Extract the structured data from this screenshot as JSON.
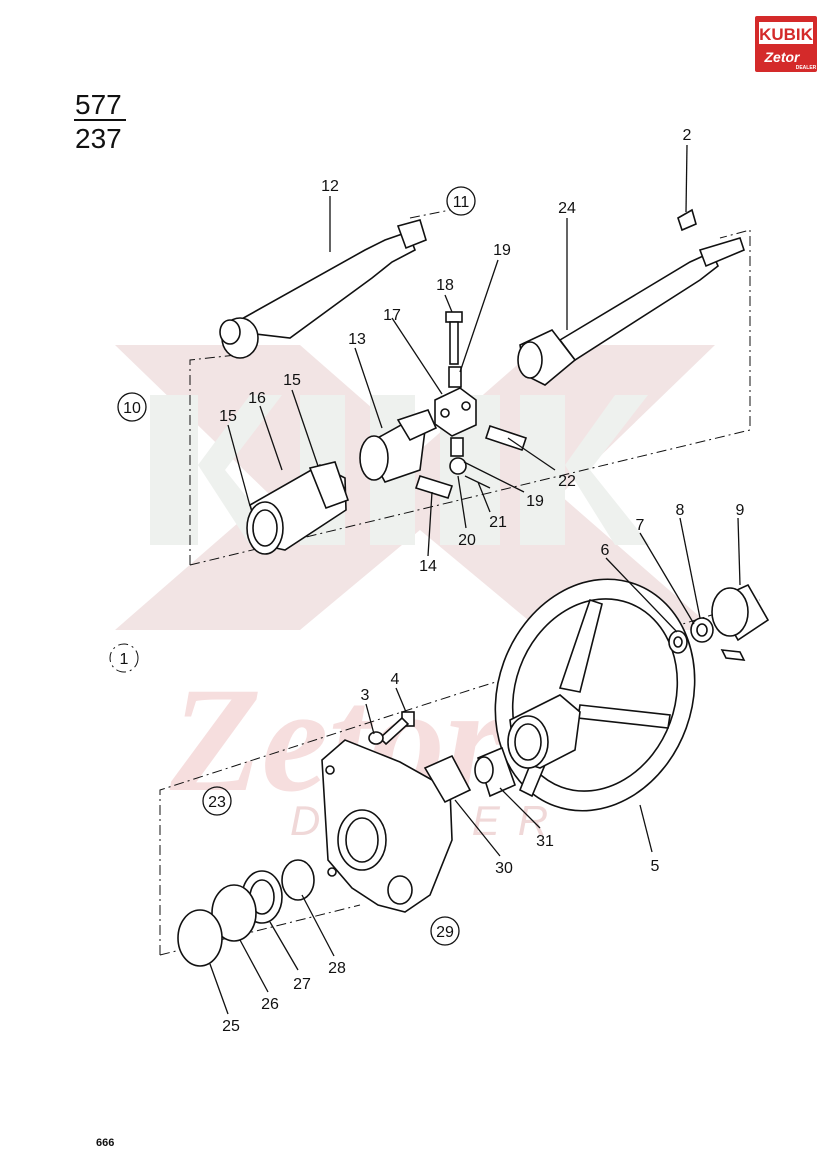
{
  "brand": {
    "name": "KUBIK",
    "sub": "Zetor",
    "dealer": "DEALER",
    "color": "#d42a2a"
  },
  "page_code": {
    "top": "577",
    "bottom": "237"
  },
  "page_number": "666",
  "watermark": {
    "main": "KUBIK",
    "script": "Zetor",
    "dealer": "DEALER"
  },
  "group_labels": [
    "11",
    "10",
    "1",
    "23",
    "29"
  ],
  "part_labels": [
    "2",
    "24",
    "12",
    "19",
    "18",
    "17",
    "13",
    "15",
    "16",
    "15",
    "22",
    "19",
    "21",
    "20",
    "14",
    "9",
    "8",
    "7",
    "6",
    "3",
    "4",
    "31",
    "30",
    "5",
    "28",
    "27",
    "26",
    "25"
  ]
}
